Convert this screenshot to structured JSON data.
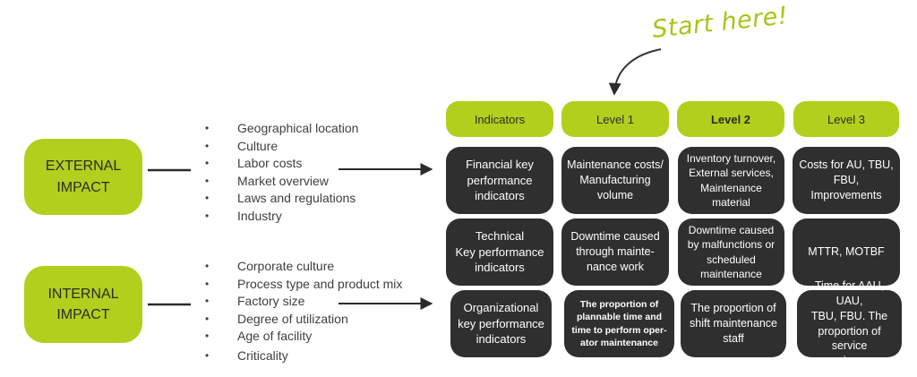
{
  "annotation": {
    "start_text": "Start here!"
  },
  "impacts": {
    "external": {
      "label": "EXTERNAL\nIMPACT"
    },
    "internal": {
      "label": "INTERNAL\nIMPACT"
    }
  },
  "external_factors": [
    "Geographical location",
    "Culture",
    "Labor costs",
    "Market overview",
    "Laws and regulations",
    "Industry"
  ],
  "internal_factors": [
    "Corporate culture",
    "Process type and product mix",
    "Factory size",
    "Degree of utilization",
    "Age of facility",
    "Criticality"
  ],
  "headers": [
    "Indicators",
    "Level 1",
    "Level 2",
    "Level 3"
  ],
  "rows": [
    {
      "indicator": "Financial key\nperformance\nindicators",
      "level1": "Maintenance costs/\nManufacturing\nvolume",
      "level2": "Inventory turnover,\nExternal services,\nMaintenance\nmaterial",
      "level3": "Costs for AU, TBU,\nFBU,\nImprovements"
    },
    {
      "indicator": "Technical\nKey performance\nindicators",
      "level1": "Downtime caused\nthrough mainte-\nnance work",
      "level2": "Downtime caused\nby malfunctions or\nscheduled\nmaintenance",
      "level3": "MTTR, MOTBF"
    },
    {
      "indicator": "Organizational\nkey performance\nindicators",
      "level1": "The proportion of\nplannable time and\ntime to perform oper-\nator maintenance",
      "level2": "The proportion of\nshift maintenance\nstaff",
      "level3": "Time for AAU, UAU,\nTBU, FBU. The\nproportion of service\nengineers"
    }
  ],
  "colors": {
    "accent": "#b3cf1d",
    "dark_cell": "#2f2f2f",
    "start_text": "#a6c61a"
  }
}
